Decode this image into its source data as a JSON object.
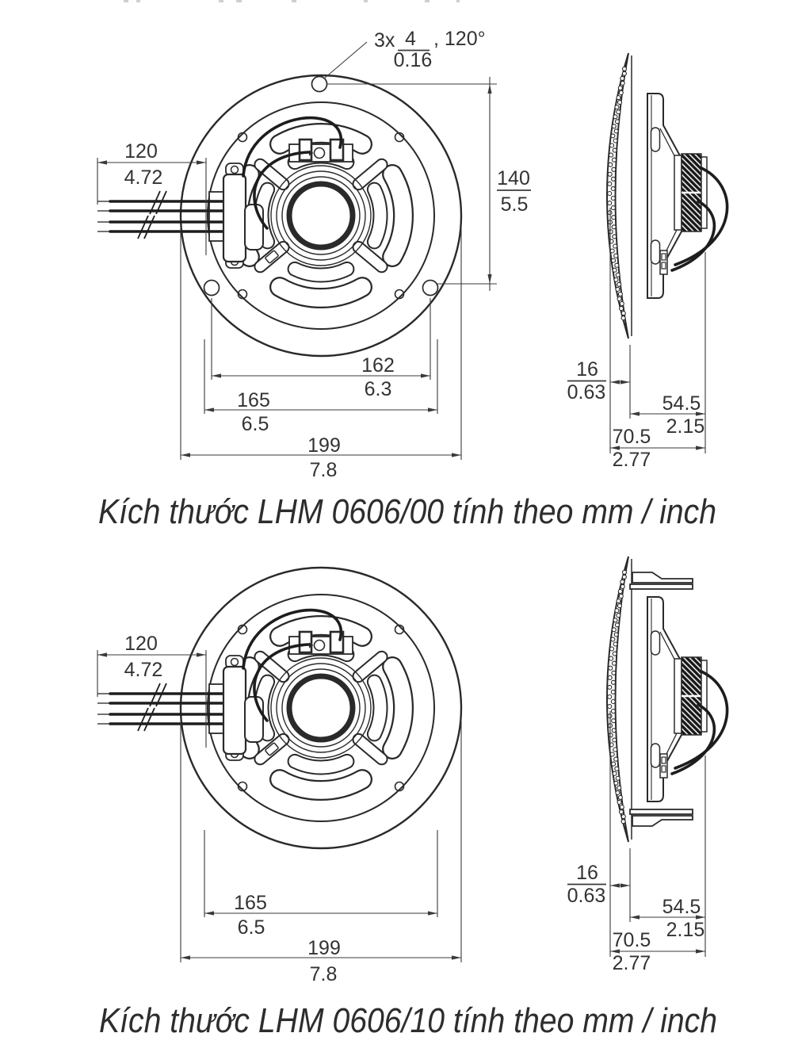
{
  "page": {
    "background": "#ffffff",
    "ink": "#2a2a2a"
  },
  "figures": [
    {
      "model": "LHM 0606/00",
      "caption": "Kích thước LHM 0606/00 tính theo mm / inch",
      "hole_callout": {
        "count": "3x",
        "mm": "4",
        "inch": "0.16",
        "angle": ", 120°"
      },
      "dims": {
        "cable": {
          "mm": "120",
          "inch": "4.72"
        },
        "mount_hole_height": {
          "mm": "140",
          "inch": "5.5"
        },
        "cutout_dia": {
          "mm": "162",
          "inch": "6.3"
        },
        "basket_dia": {
          "mm": "165",
          "inch": "6.5"
        },
        "overall_dia": {
          "mm": "199",
          "inch": "7.8"
        },
        "grille_depth": {
          "mm": "16",
          "inch": "0.63"
        },
        "body_depth": {
          "mm": "54.5",
          "inch": "2.15"
        },
        "total_depth": {
          "mm": "70.5",
          "inch": "2.77"
        }
      }
    },
    {
      "model": "LHM 0606/10",
      "caption": "Kích thước LHM 0606/10 tính theo mm / inch",
      "dims": {
        "cable": {
          "mm": "120",
          "inch": "4.72"
        },
        "basket_dia": {
          "mm": "165",
          "inch": "6.5"
        },
        "overall_dia": {
          "mm": "199",
          "inch": "7.8"
        },
        "grille_depth": {
          "mm": "16",
          "inch": "0.63"
        },
        "body_depth": {
          "mm": "54.5",
          "inch": "2.15"
        },
        "total_depth": {
          "mm": "70.5",
          "inch": "2.77"
        }
      }
    }
  ]
}
